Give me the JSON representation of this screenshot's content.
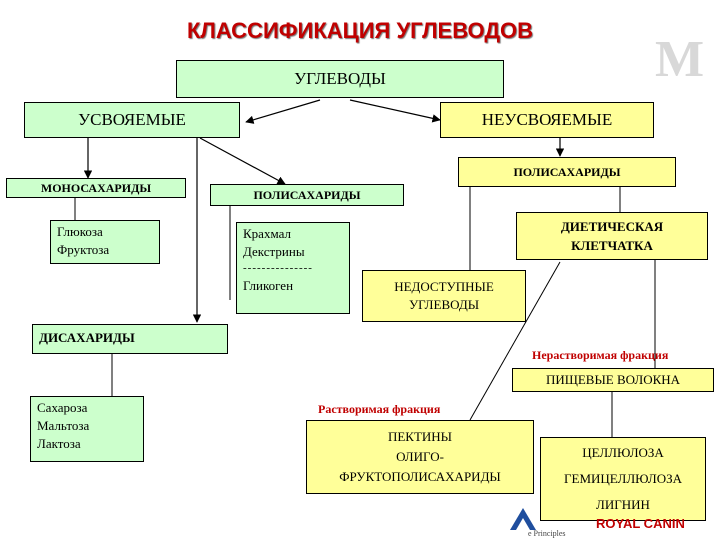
{
  "title": "КЛАССИФИКАЦИЯ УГЛЕВОДОВ",
  "watermark": "M",
  "logo": {
    "brand": "ROYAL CANIN",
    "sub": "e Principles"
  },
  "nodes": {
    "root": "УГЛЕВОДЫ",
    "digestible": "УСВОЯЕМЫЕ",
    "indigestible": "НЕУСВОЯЕМЫЕ",
    "mono": "МОНОСАХАРИДЫ",
    "mono_items": [
      "Глюкоза",
      "Фруктоза"
    ],
    "poly_digestible": "ПОЛИСАХАРИДЫ",
    "poly_items": [
      "Крахмал",
      "Декстрины",
      "---------------",
      "Гликоген"
    ],
    "di": "ДИСАХАРИДЫ",
    "di_items": [
      "Сахароза",
      "Мальтоза",
      "Лактоза"
    ],
    "poly_indigestible": "ПОЛИСАХАРИДЫ",
    "fiber": [
      "ДИЕТИЧЕСКАЯ",
      "КЛЕТЧАТКА"
    ],
    "unavailable": [
      "НЕДОСТУПНЫЕ",
      "УГЛЕВОДЫ"
    ],
    "insoluble_label": "Нерастворимая фракция",
    "dietary_fibers": "ПИЩЕВЫЕ ВОЛОКНА",
    "soluble_label": "Растворимая фракция",
    "soluble_items": [
      "ПЕКТИНЫ",
      "ОЛИГО-",
      "ФРУКТОПОЛИСАХАРИДЫ"
    ],
    "insoluble_items": [
      "ЦЕЛЛЮЛОЗА",
      "ГЕМИЦЕЛЛЮЛОЗА",
      "ЛИГНИН"
    ]
  }
}
